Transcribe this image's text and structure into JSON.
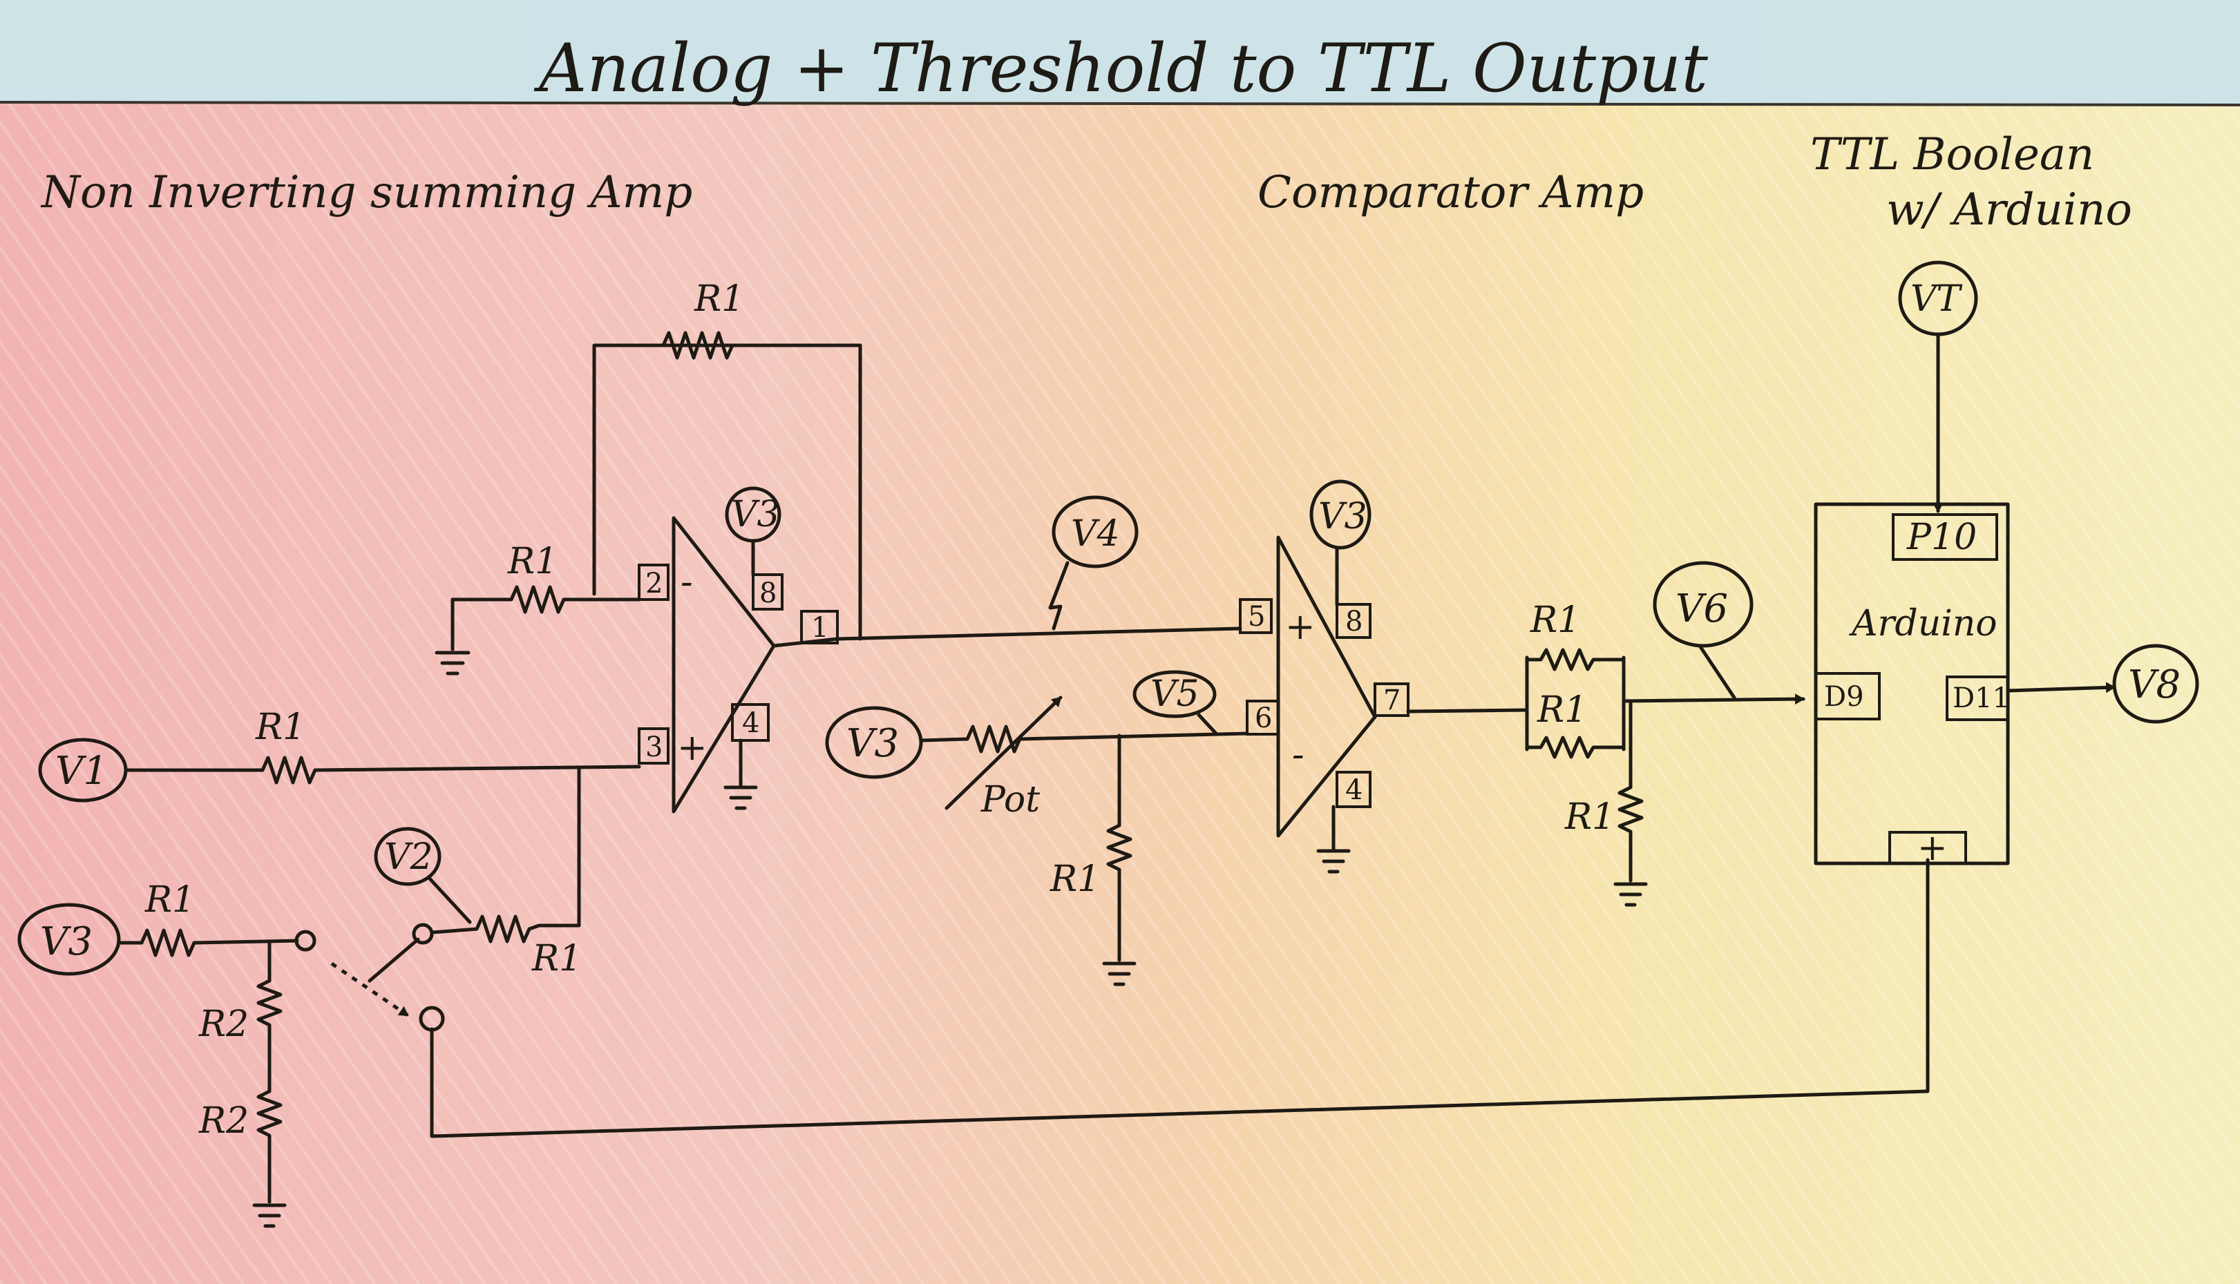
{
  "title": "Analog + Threshold to TTL Output",
  "sections": {
    "summing_amp": "Non Inverting summing Amp",
    "comparator": "Comparator Amp",
    "ttl_line1": "TTL Boolean",
    "ttl_line2": "w/ Arduino"
  },
  "nodes": {
    "v1": "V1",
    "v3_input": "V3",
    "v3_opamp1": "V3",
    "v3_pot": "V3",
    "v3_opamp2": "V3",
    "v2": "V2",
    "v4": "V4",
    "v5": "V5",
    "v6": "V6",
    "vt": "VT",
    "v8": "V8"
  },
  "components": {
    "r_feedback": "R1",
    "r_in_minus": "R1",
    "r_in_v1": "R1",
    "r_in_v3": "R1",
    "r_switch": "R1",
    "r2_top": "R2",
    "r2_bottom": "R2",
    "pot": "Pot",
    "r_pot_ground": "R1",
    "r_top": "R1",
    "r_middle": "R1",
    "r_bottom": "R1"
  },
  "opamp1_pins": {
    "minus_in": "2",
    "plus_in": "3",
    "out": "1",
    "vcc": "8",
    "gnd": "4",
    "minus_sign": "-",
    "plus_sign": "+"
  },
  "opamp2_pins": {
    "plus_in": "5",
    "minus_in": "6",
    "out": "7",
    "vcc": "8",
    "gnd": "4",
    "minus_sign": "-",
    "plus_sign": "+"
  },
  "arduino": {
    "label": "Arduino",
    "pin_top": "P10",
    "pin_in": "D9",
    "pin_out": "D11",
    "pin_gnd": "+"
  },
  "colors": {
    "red_wash": "#f2a9a9",
    "orange_wash": "#f6c79a",
    "yellow_wash": "#f7ec9c",
    "blue_wash": "#9fd3e4",
    "ink": "#1e1a14"
  }
}
